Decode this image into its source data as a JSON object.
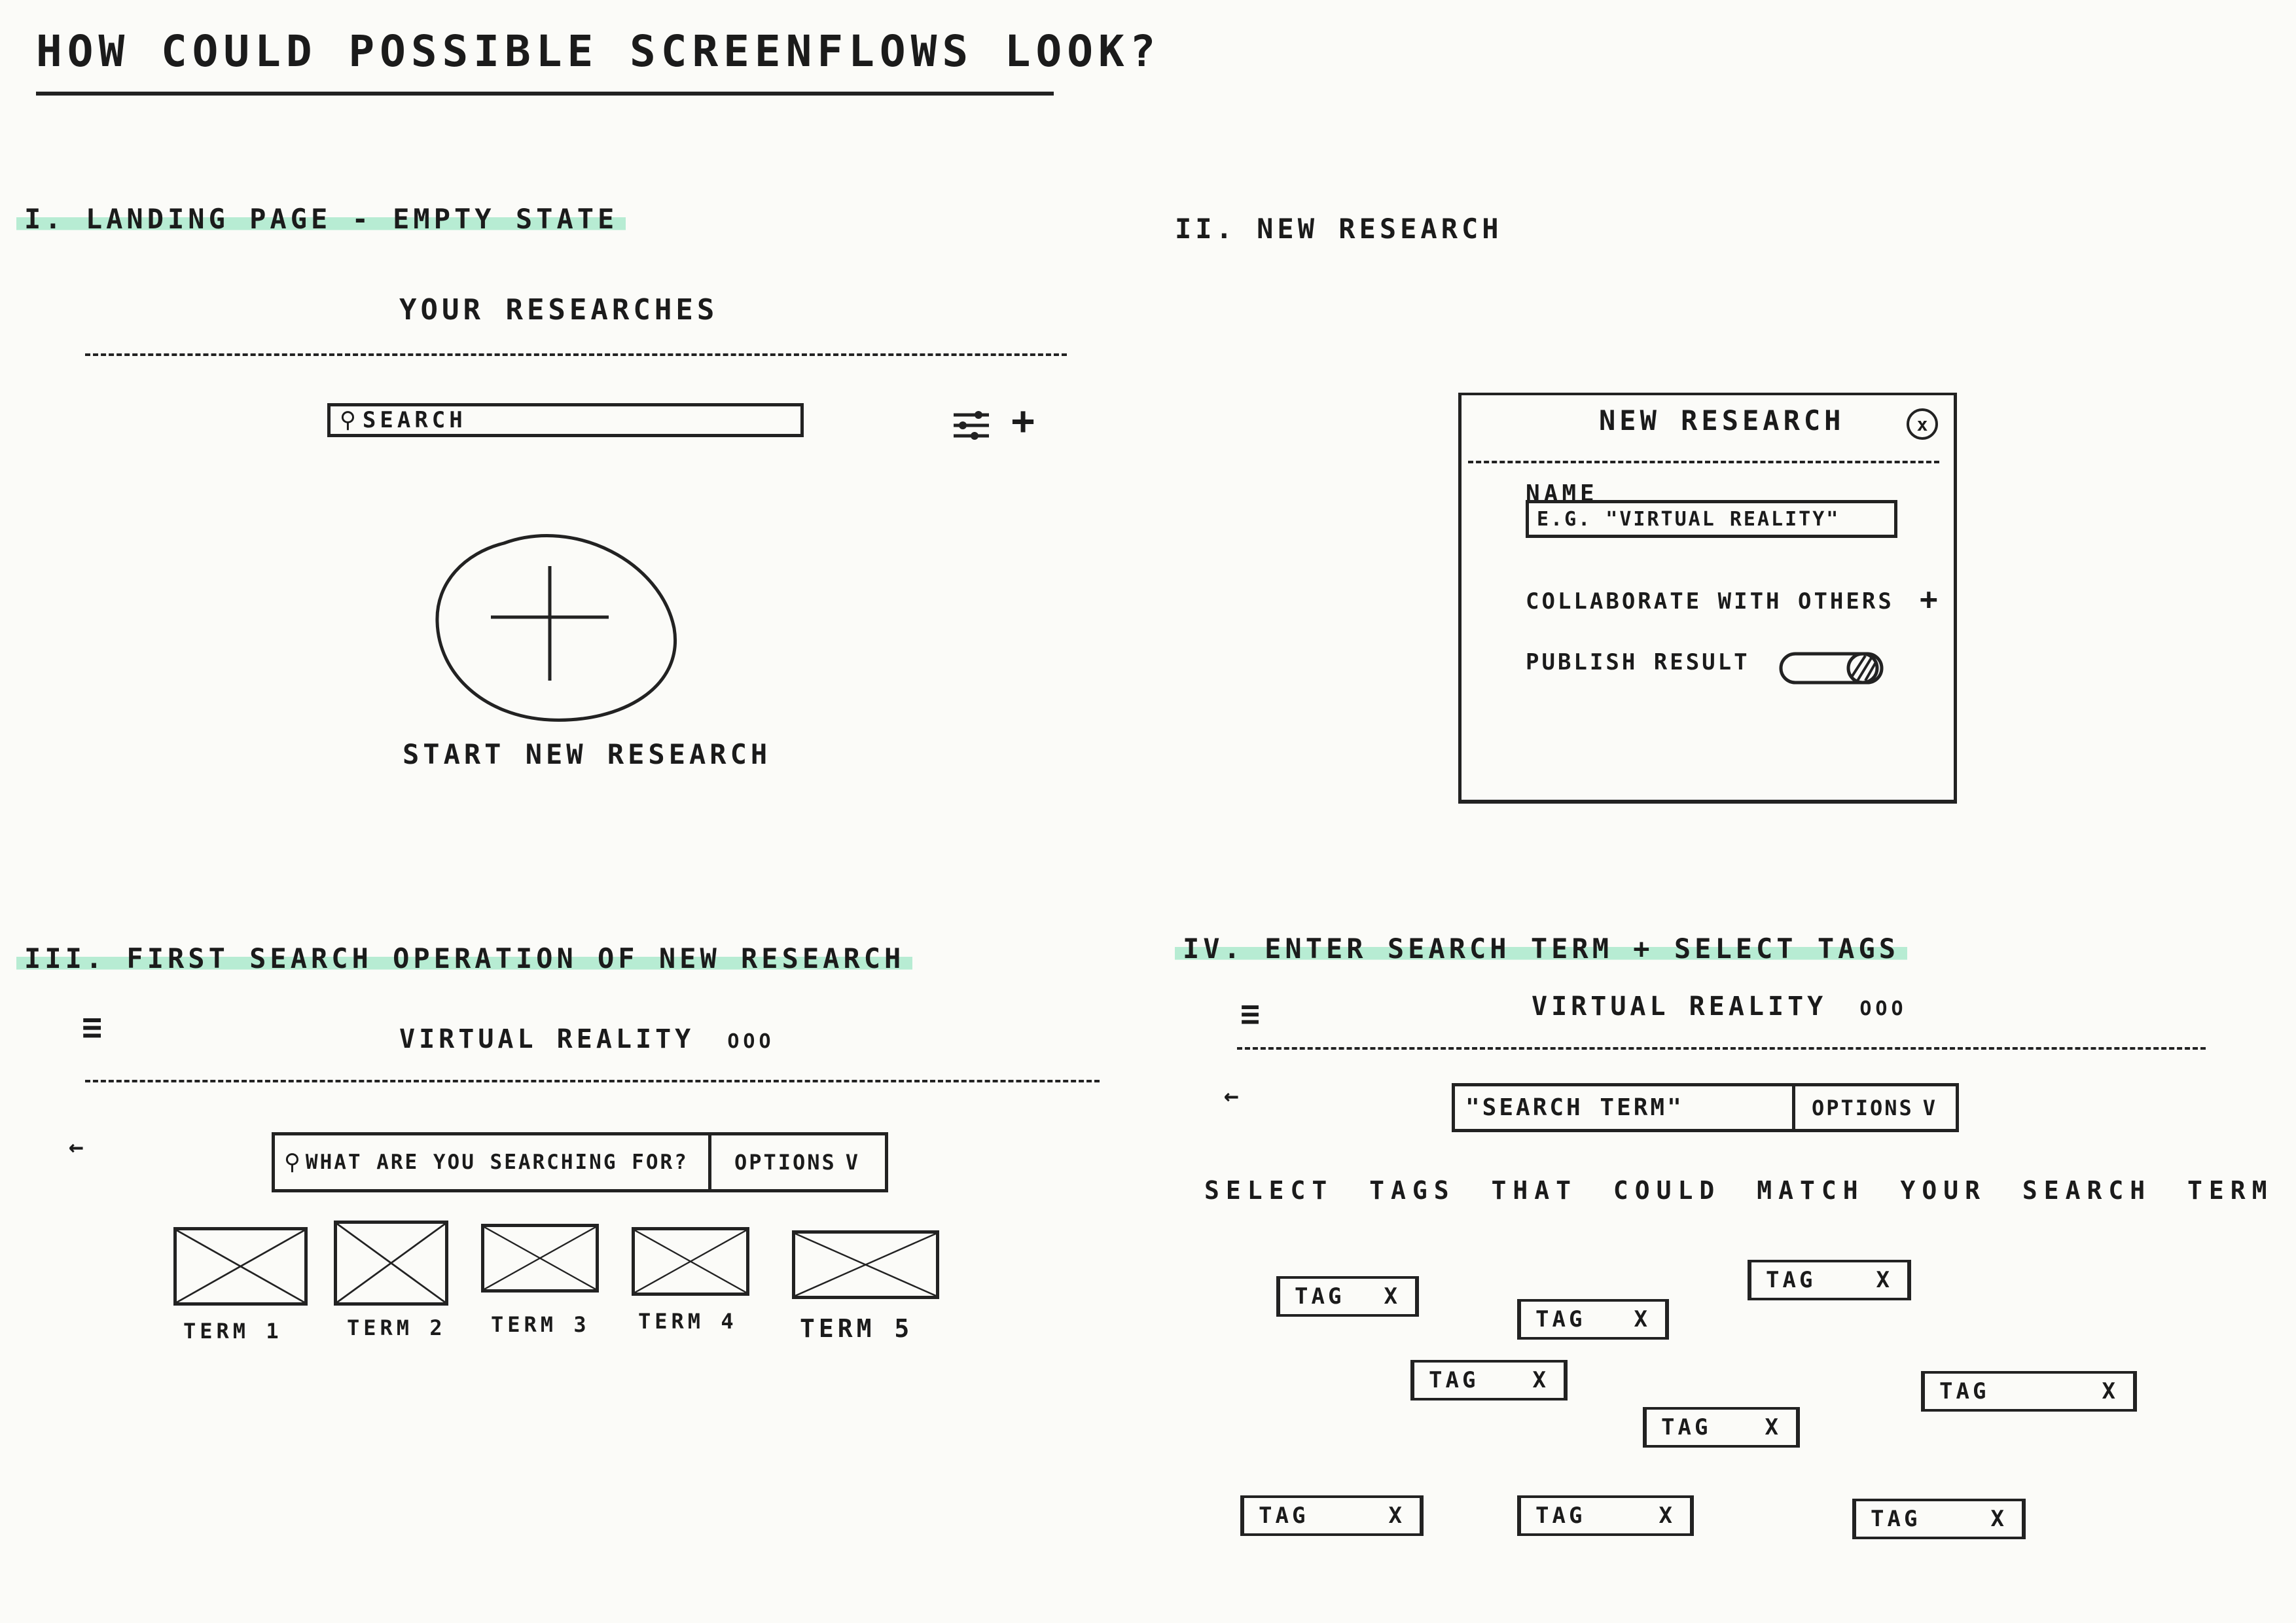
{
  "page": {
    "title": "HOW COULD POSSIBLE SCREENFLOWS LOOK?"
  },
  "colors": {
    "highlight": "#b7ecd3",
    "ink": "#1b1b1b",
    "paper": "#fbfbf8"
  },
  "section1": {
    "heading": "I. LANDING PAGE - EMPTY STATE",
    "screen_title": "YOUR RESEARCHES",
    "search_placeholder": "SEARCH",
    "filter_icon": "sliders-icon",
    "add_icon": "+",
    "cta_label": "START NEW RESEARCH"
  },
  "section2": {
    "heading": "II. NEW RESEARCH",
    "dialog_title": "NEW RESEARCH",
    "close_icon": "x",
    "name_label": "NAME",
    "name_placeholder": "E.G. \"VIRTUAL REALITY\"",
    "collaborate_label": "COLLABORATE WITH OTHERS",
    "collaborate_icon": "+",
    "publish_label": "PUBLISH RESULT",
    "publish_toggle_on": true
  },
  "section3": {
    "heading": "III. FIRST SEARCH OPERATION OF NEW RESEARCH",
    "menu_icon": "≡",
    "screen_title": "VIRTUAL REALITY",
    "more_icon": "ooo",
    "back_icon": "←",
    "search_placeholder": "WHAT ARE YOU SEARCHING FOR?",
    "options_label": "OPTIONS",
    "options_icon": "V",
    "terms": [
      "TERM 1",
      "TERM 2",
      "TERM 3",
      "TERM 4",
      "TERM 5"
    ]
  },
  "section4": {
    "heading": "IV. ENTER SEARCH TERM + SELECT TAGS",
    "menu_icon": "≡",
    "screen_title": "VIRTUAL REALITY",
    "more_icon": "ooo",
    "back_icon": "←",
    "search_value": "\"SEARCH TERM\"",
    "options_label": "OPTIONS",
    "options_icon": "V",
    "prompt": "SELECT TAGS THAT COULD MATCH YOUR SEARCH TERM",
    "tags": [
      {
        "label": "TAG",
        "remove": "X"
      },
      {
        "label": "TAG",
        "remove": "X"
      },
      {
        "label": "TAG",
        "remove": "X"
      },
      {
        "label": "TAG",
        "remove": "X"
      },
      {
        "label": "TAG",
        "remove": "X"
      },
      {
        "label": "TAG",
        "remove": "X"
      },
      {
        "label": "TAG",
        "remove": "X"
      },
      {
        "label": "TAG",
        "remove": "X"
      },
      {
        "label": "TAG",
        "remove": "X"
      }
    ]
  }
}
